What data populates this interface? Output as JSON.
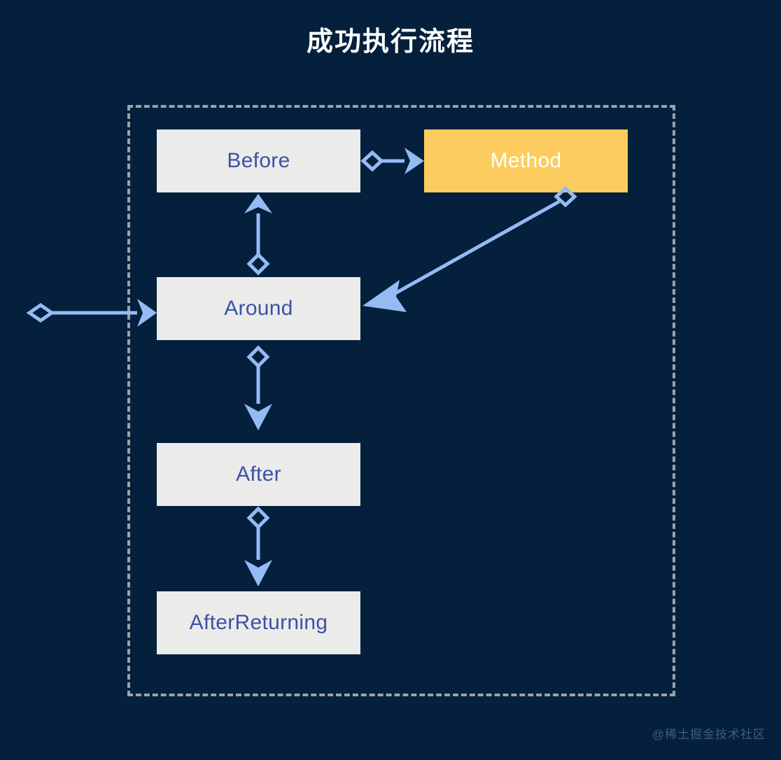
{
  "title": "成功执行流程",
  "theme": {
    "background": "#04203c",
    "frame_border": "#9aa2aa",
    "advice_fill": "#ebebe9",
    "advice_text": "#3c52a8",
    "target_fill": "#fccd5e",
    "target_text": "#ffffff",
    "edge": "#94bbf4",
    "title_text": "#ffffff",
    "watermark_text": "#3f5d7d"
  },
  "frame": {
    "name": "aspect-boundary",
    "style": "dashed"
  },
  "nodes": [
    {
      "id": "before",
      "label": "Before",
      "kind": "advice"
    },
    {
      "id": "method",
      "label": "Method",
      "kind": "target"
    },
    {
      "id": "around",
      "label": "Around",
      "kind": "advice"
    },
    {
      "id": "after",
      "label": "After",
      "kind": "advice"
    },
    {
      "id": "afterreturning",
      "label": "AfterReturning",
      "kind": "advice"
    }
  ],
  "edges": [
    {
      "id": "entry-to-around",
      "from": "entry-point",
      "to": "around",
      "tail": "diamond",
      "head": "arrow",
      "direction": "right"
    },
    {
      "id": "around-to-before",
      "from": "around",
      "to": "before",
      "tail": "diamond",
      "head": "arrow",
      "direction": "up"
    },
    {
      "id": "before-to-method",
      "from": "before",
      "to": "method",
      "tail": "diamond",
      "head": "arrow",
      "direction": "right"
    },
    {
      "id": "method-to-around",
      "from": "method",
      "to": "around",
      "tail": "diamond",
      "head": "arrow",
      "direction": "diagonal-down-left"
    },
    {
      "id": "around-to-after",
      "from": "around",
      "to": "after",
      "tail": "diamond",
      "head": "arrow",
      "direction": "down"
    },
    {
      "id": "after-to-returning",
      "from": "after",
      "to": "afterreturning",
      "tail": "diamond",
      "head": "arrow",
      "direction": "down"
    }
  ],
  "watermark": "@稀土掘金技术社区"
}
